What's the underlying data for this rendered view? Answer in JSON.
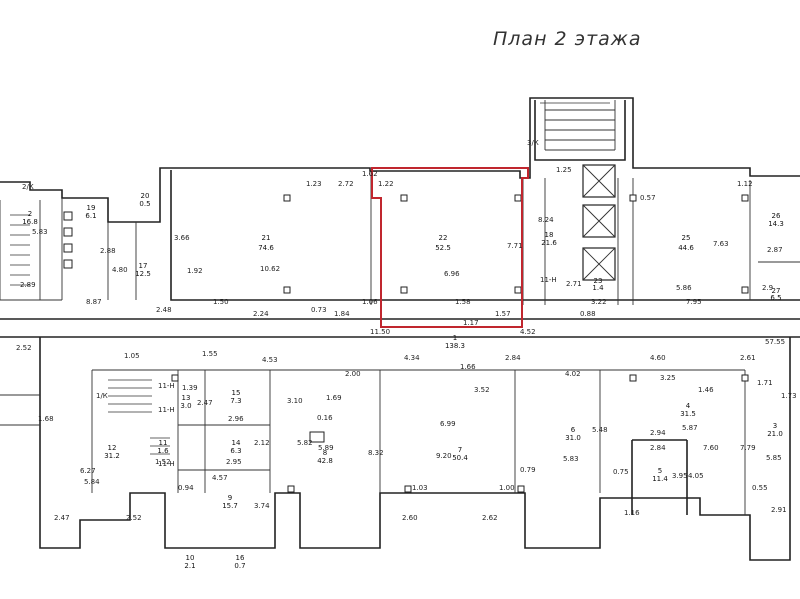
{
  "title": "План 2 этажа",
  "highlight_color": "#c0262e",
  "rooms": [
    {
      "id": "room-22",
      "num": "22",
      "area": "52.5"
    },
    {
      "id": "room-21",
      "num": "21",
      "area": "74.6"
    },
    {
      "id": "room-25",
      "num": "25",
      "area": "44.6"
    },
    {
      "id": "room-26",
      "num": "26",
      "area": "14.3"
    },
    {
      "id": "room-27",
      "num": "27",
      "area": "6.5"
    },
    {
      "id": "room-23",
      "num": "23",
      "area": "1.4"
    },
    {
      "id": "room-18",
      "num": "18",
      "area": "21.6"
    },
    {
      "id": "room-17",
      "num": "17",
      "area": "12.5"
    },
    {
      "id": "room-19",
      "num": "19",
      "area": "6.1"
    },
    {
      "id": "room-20",
      "num": "20",
      "area": "0.5"
    },
    {
      "id": "room-2",
      "num": "2",
      "area": "16.8"
    },
    {
      "id": "room-1",
      "num": "1",
      "area": "138.3"
    },
    {
      "id": "room-12",
      "num": "12",
      "area": "31.2"
    },
    {
      "id": "room-9",
      "num": "9",
      "area": "15.7"
    },
    {
      "id": "room-8",
      "num": "8",
      "area": "42.8"
    },
    {
      "id": "room-7",
      "num": "7",
      "area": "50.4"
    },
    {
      "id": "room-6",
      "num": "6",
      "area": "31.0"
    },
    {
      "id": "room-5",
      "num": "5",
      "area": "11.4"
    },
    {
      "id": "room-4",
      "num": "4",
      "area": "31.5"
    },
    {
      "id": "room-3",
      "num": "3",
      "area": "21.0"
    },
    {
      "id": "room-10",
      "num": "10",
      "area": "2.1"
    },
    {
      "id": "room-16",
      "num": "16",
      "area": "0.7"
    },
    {
      "id": "room-13",
      "num": "13",
      "area": "3.0"
    },
    {
      "id": "room-14",
      "num": "14",
      "area": "6.3"
    },
    {
      "id": "room-15",
      "num": "15",
      "area": "7.3"
    },
    {
      "id": "room-11",
      "num": "11",
      "area": "1.6"
    }
  ],
  "dims": [
    "7.71",
    "6.96",
    "1.22",
    "1.62",
    "1.23",
    "2.72",
    "3.66",
    "10.62",
    "1.92",
    "1.50",
    "2.24",
    "0.73",
    "1.84",
    "1.06",
    "1.58",
    "1.17",
    "1.57",
    "1.25",
    "8.24",
    "2.71",
    "0.57",
    "1.12",
    "7.63",
    "5.86",
    "2.87",
    "2.9",
    "3.22",
    "7.95",
    "0.88",
    "4.52",
    "11.50",
    "2.48",
    "8.87",
    "2.89",
    "5.83",
    "2.88",
    "4.80",
    "2.52",
    "1.05",
    "1.55",
    "4.53",
    "4.34",
    "2.84",
    "4.60",
    "2.61",
    "57.55",
    "2.00",
    "1.66",
    "3.52",
    "4.02",
    "3.25",
    "1.46",
    "1.71",
    "1.73",
    "1.69",
    "3.10",
    "2.96",
    "2.95",
    "2.12",
    "1.39",
    "2.47",
    "1.68",
    "6.27",
    "5.84",
    "2.52",
    "2.47",
    "0.94",
    "4.57",
    "3.74",
    "5.82",
    "5.89",
    "8.32",
    "6.99",
    "9.20",
    "0.79",
    "5.48",
    "5.83",
    "0.75",
    "2.94",
    "2.84",
    "5.87",
    "3.95",
    "4.05",
    "7.60",
    "7.79",
    "5.85",
    "0.55",
    "2.91",
    "1.03",
    "1.00",
    "2.60",
    "2.62",
    "0.16",
    "1.52",
    "1.16"
  ],
  "labels": {
    "stair1": "1/К",
    "stair2": "2/К",
    "stair3": "3/К",
    "corr1": "11-Н",
    "corr2": "11-Н",
    "corr3": "11-Н",
    "corr4": "11-Н"
  }
}
